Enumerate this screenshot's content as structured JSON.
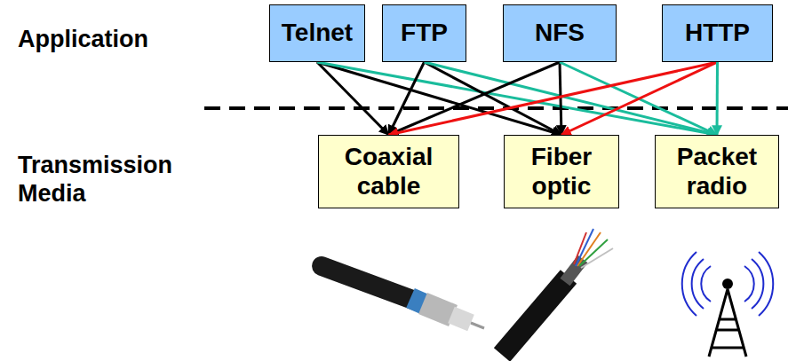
{
  "diagram": {
    "nodes": [
      {
        "text": [
          "Telnet"
        ]
      },
      {
        "text": [
          "FTP"
        ]
      },
      {
        "text": [
          "NFS"
        ]
      },
      {
        "text": [
          "HTTP"
        ]
      },
      {
        "text": [
          "Coaxial cable"
        ]
      },
      {
        "text": [
          "Fiber optic"
        ]
      },
      {
        "text": [
          "Packet radio"
        ]
      }
    ],
    "edges": [
      {
        "from": 0,
        "to": 4,
        "arrow": "to"
      },
      {
        "from": 0,
        "to": 5,
        "arrow": "to"
      },
      {
        "from": 0,
        "to": 6,
        "arrow": "to"
      },
      {
        "from": 1,
        "to": 4,
        "arrow": "to"
      },
      {
        "from": 1,
        "to": 5,
        "arrow": "to"
      },
      {
        "from": 1,
        "to": 6,
        "arrow": "to"
      },
      {
        "from": 2,
        "to": 4,
        "arrow": "to"
      },
      {
        "from": 2,
        "to": 5,
        "arrow": "to"
      },
      {
        "from": 2,
        "to": 6,
        "arrow": "to"
      },
      {
        "from": 3,
        "to": 4,
        "arrow": "to"
      },
      {
        "from": 3,
        "to": 5,
        "arrow": "to"
      },
      {
        "from": 3,
        "to": 6,
        "arrow": "to"
      }
    ],
    "labels": [
      "Application",
      "Transmission Media"
    ]
  }
}
